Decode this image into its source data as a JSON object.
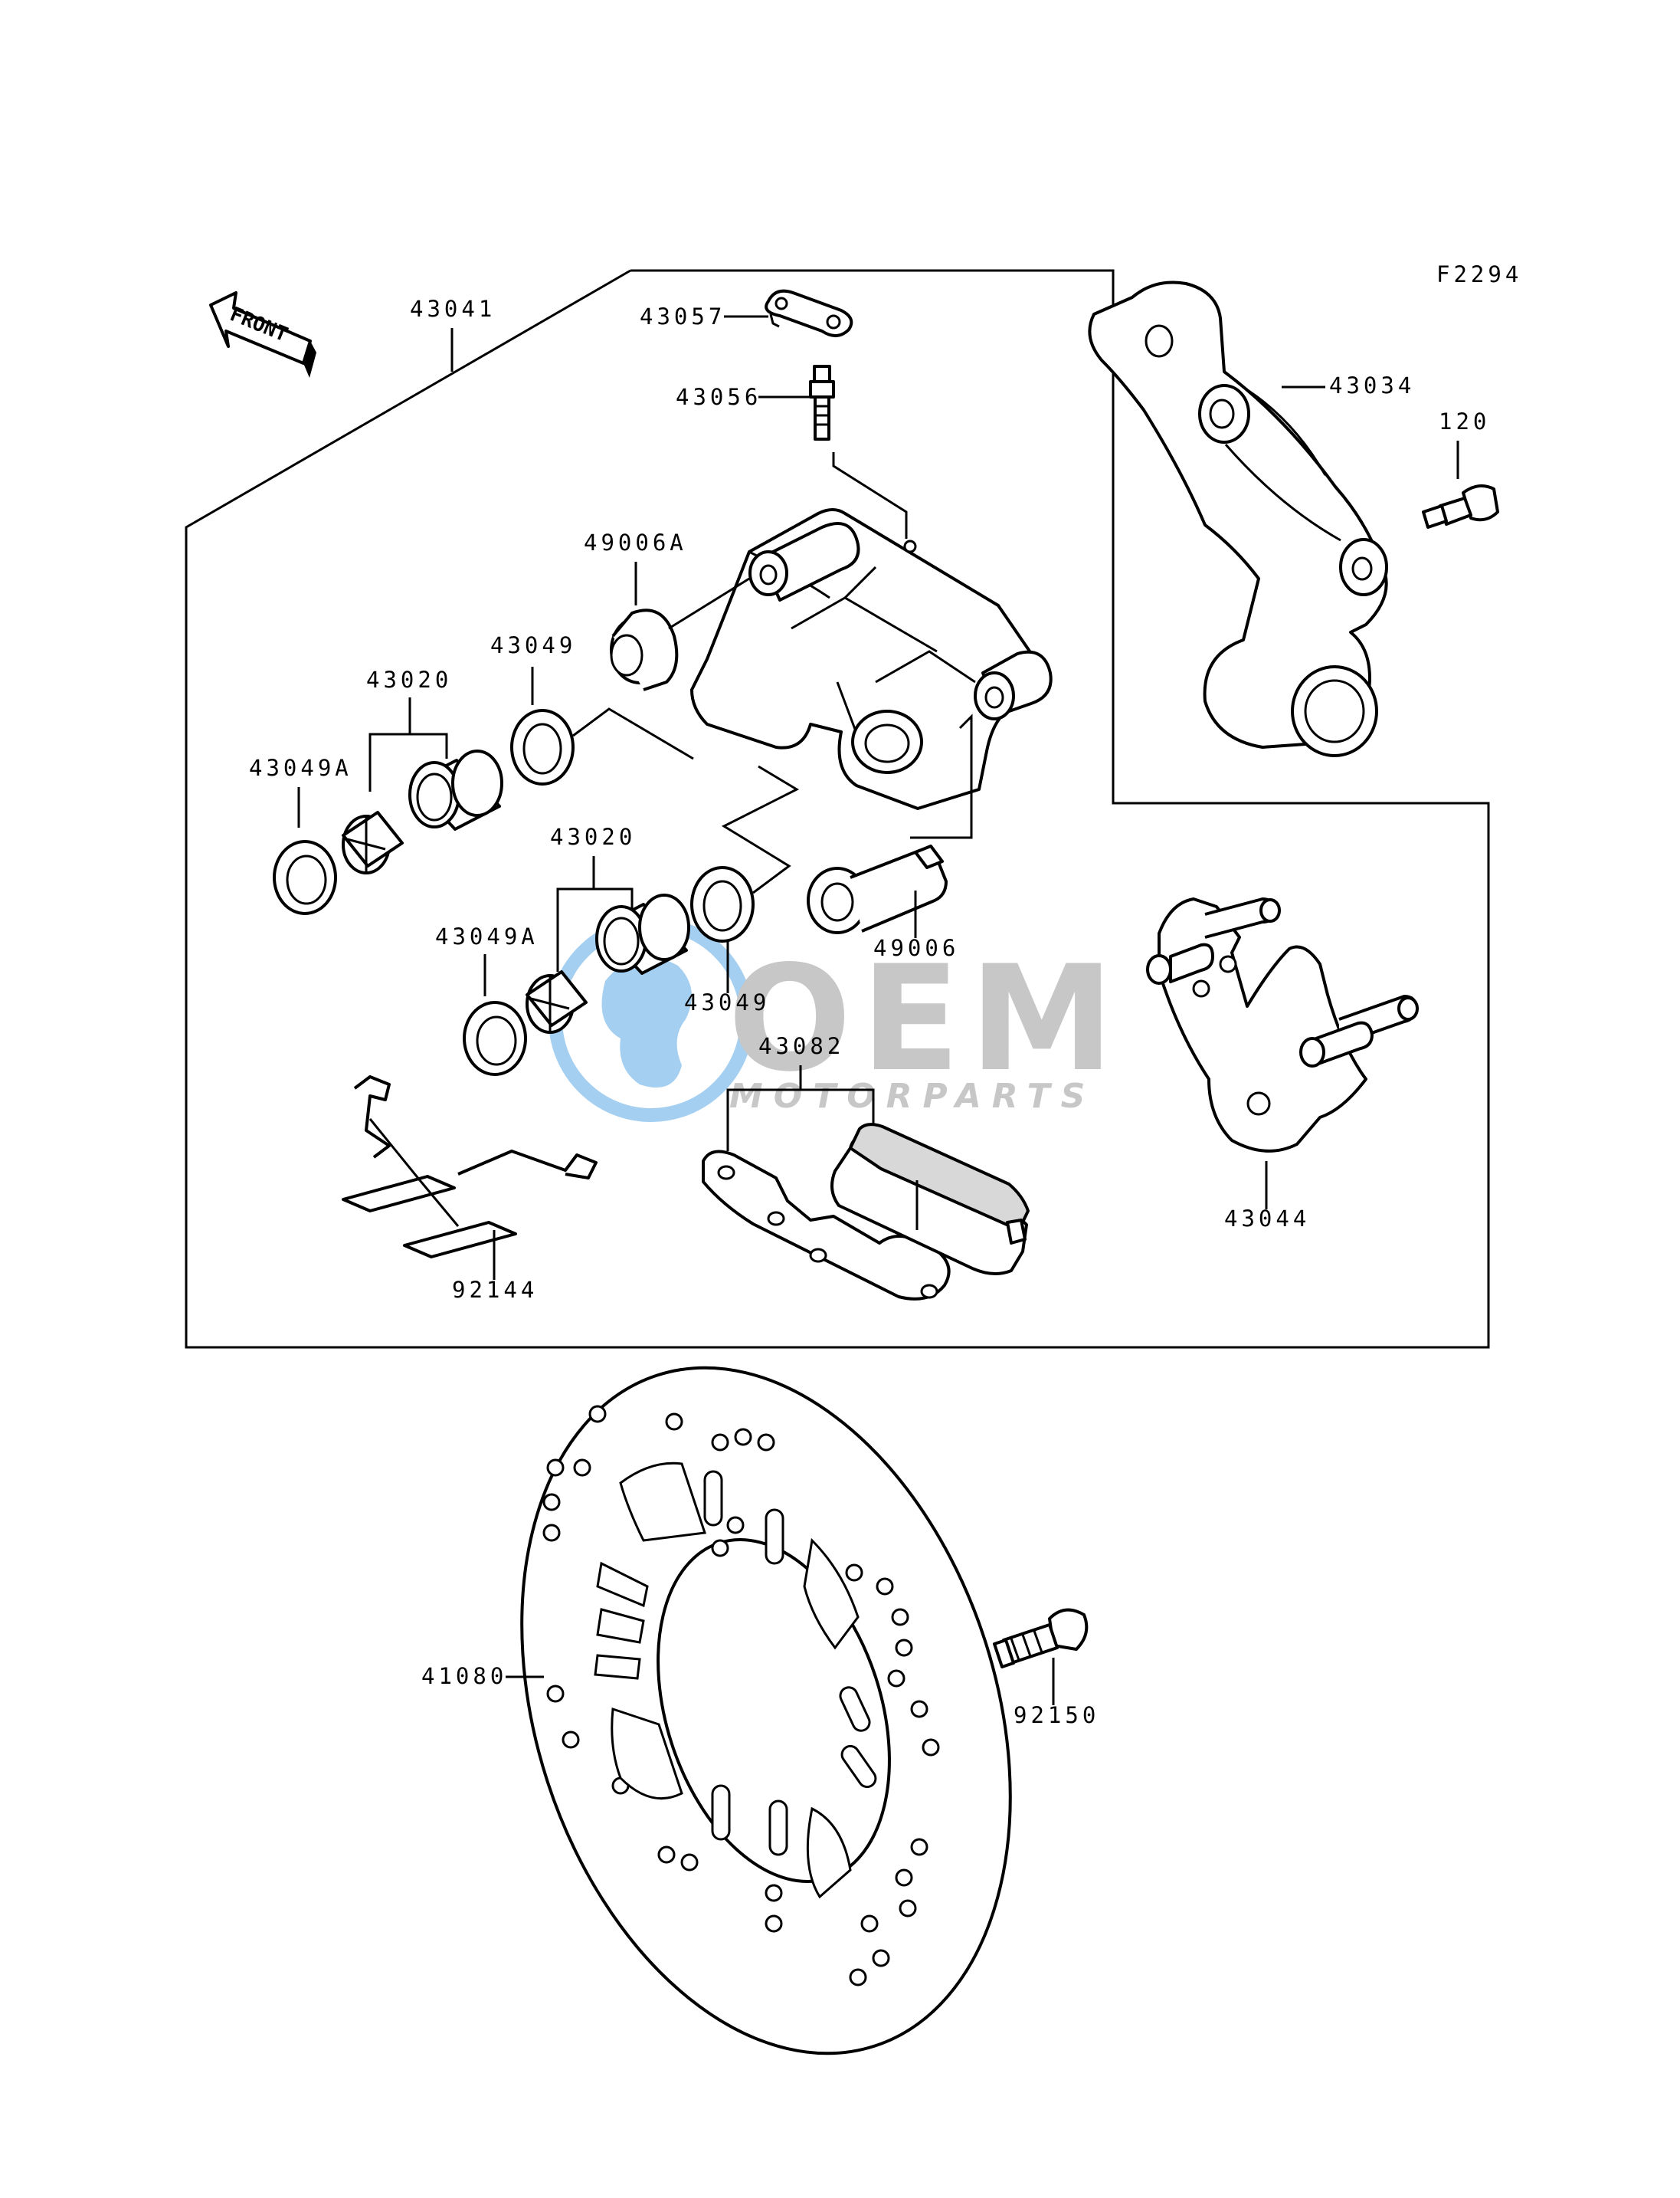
{
  "diagram_code": "F2294",
  "front_label": "FRONT",
  "watermark": {
    "brand": "OEM",
    "sub": "MOTORPARTS"
  },
  "labels": {
    "l43041": "43041",
    "l43057": "43057",
    "l43056": "43056",
    "l43034": "43034",
    "l120": "120",
    "l49006A": "49006A",
    "l43049_top": "43049",
    "l43020_top": "43020",
    "l43049A_top": "43049A",
    "l43020_bot": "43020",
    "l43049A_bot": "43049A",
    "l43049_bot": "43049",
    "l49006": "49006",
    "l43082": "43082",
    "l43044": "43044",
    "l92144": "92144",
    "l41080": "41080",
    "l92150": "92150"
  },
  "colors": {
    "line": "#000000",
    "watermark_blue": "#5aa8e6",
    "watermark_grey": "#9a9a9a"
  }
}
